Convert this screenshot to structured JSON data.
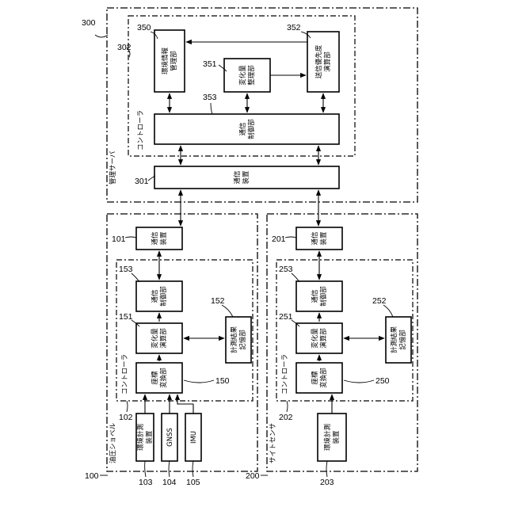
{
  "server": {
    "ref": "300",
    "label": "管理サーバ",
    "controller_ref": "302",
    "controller_label": "コントローラ",
    "env_info_mgmt": {
      "ref": "350",
      "line1": "環境情報",
      "line2": "管理部"
    },
    "change_org": {
      "ref": "351",
      "line1": "変化量",
      "line2": "整理部"
    },
    "priority_calc": {
      "ref": "352",
      "line1": "送信優先度",
      "line2": "演算部"
    },
    "comm_ctrl": {
      "ref": "353",
      "line1": "通信",
      "line2": "制御部"
    },
    "comm_device": {
      "ref": "301",
      "line1": "通信",
      "line2": "装置"
    }
  },
  "excavator": {
    "ref": "100",
    "label": "油圧ショベル",
    "controller_ref": "102",
    "controller_label": "コントローラ",
    "comm_device": {
      "ref": "101",
      "line1": "通信",
      "line2": "装置"
    },
    "comm_ctrl": {
      "ref": "153",
      "line1": "通信",
      "line2": "制御部"
    },
    "change_calc": {
      "ref": "151",
      "line1": "変化量",
      "line2": "演算部"
    },
    "coord_conv": {
      "ref": "150",
      "line1": "座標",
      "line2": "変換部"
    },
    "result_store": {
      "ref": "152",
      "line1": "計測結果",
      "line2": "記憶部"
    },
    "env_sensor": {
      "ref": "103",
      "line1": "環境計測",
      "line2": "装置"
    },
    "gnss": {
      "ref": "104",
      "label": "GNSS"
    },
    "imu": {
      "ref": "105",
      "label": "IMU"
    }
  },
  "site_sensor": {
    "ref": "200",
    "label": "サイトセンサ",
    "controller_ref": "202",
    "controller_label": "コントローラ",
    "comm_device": {
      "ref": "201",
      "line1": "通信",
      "line2": "装置"
    },
    "comm_ctrl": {
      "ref": "253",
      "line1": "通信",
      "line2": "制御部"
    },
    "change_calc": {
      "ref": "251",
      "line1": "変化量",
      "line2": "演算部"
    },
    "coord_conv": {
      "ref": "250",
      "line1": "座標",
      "line2": "変換部"
    },
    "result_store": {
      "ref": "252",
      "line1": "計測結果",
      "line2": "記憶部"
    },
    "env_sensor": {
      "ref": "203",
      "line1": "環境計測",
      "line2": "装置"
    }
  }
}
